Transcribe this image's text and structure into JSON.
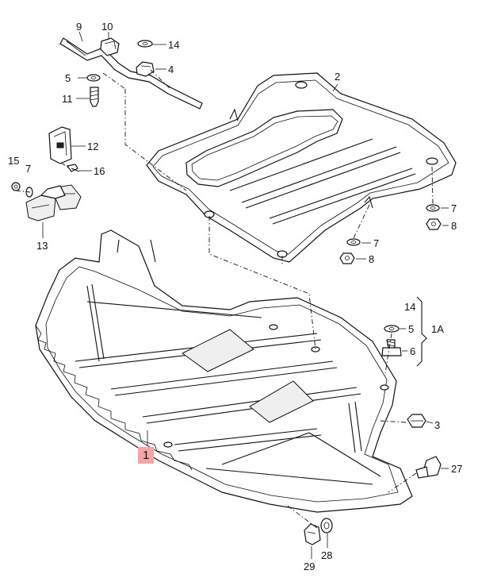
{
  "callouts": {
    "c1": "1",
    "c2": "2",
    "c3": "3",
    "c4": "4",
    "c5a": "5",
    "c5b": "5",
    "c6": "6",
    "c7a": "7",
    "c7b": "7",
    "c7c": "7",
    "c8a": "8",
    "c8b": "8",
    "c9": "9",
    "c10": "10",
    "c11": "11",
    "c12": "12",
    "c13": "13",
    "c14a": "14",
    "c14b": "14",
    "c15": "15",
    "c16": "16",
    "c27": "27",
    "c28": "28",
    "c29": "29",
    "group": "1A"
  },
  "highlight_color": "#f4a6a6"
}
